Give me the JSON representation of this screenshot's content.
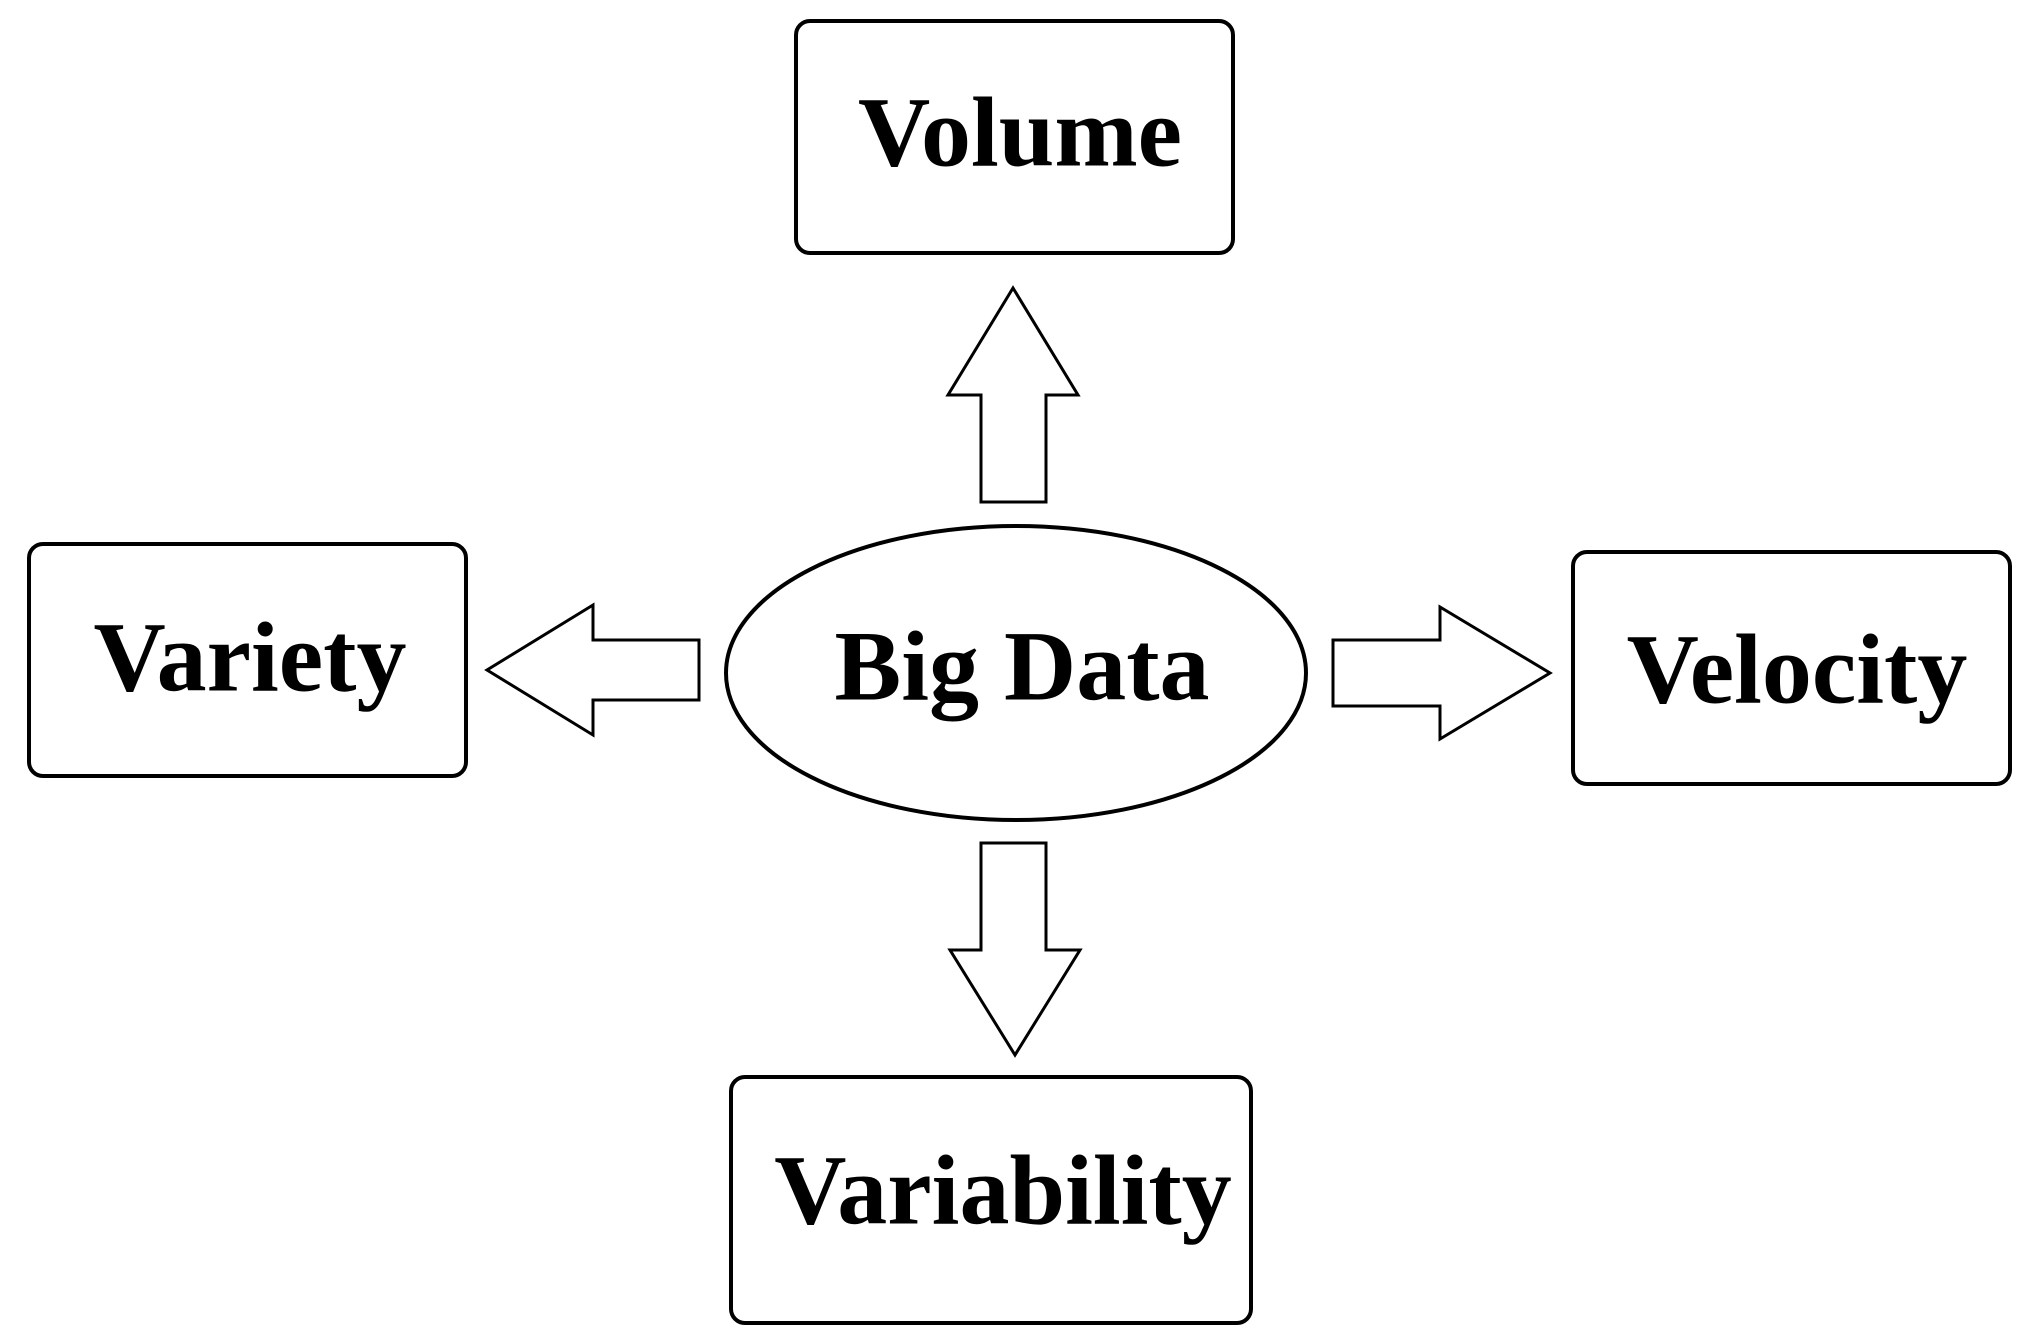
{
  "diagram": {
    "center": {
      "label": "Big Data"
    },
    "nodes": {
      "top": {
        "label": "Volume"
      },
      "left": {
        "label": "Variety"
      },
      "right": {
        "label": "Velocity"
      },
      "bottom": {
        "label": "Variability"
      }
    }
  }
}
